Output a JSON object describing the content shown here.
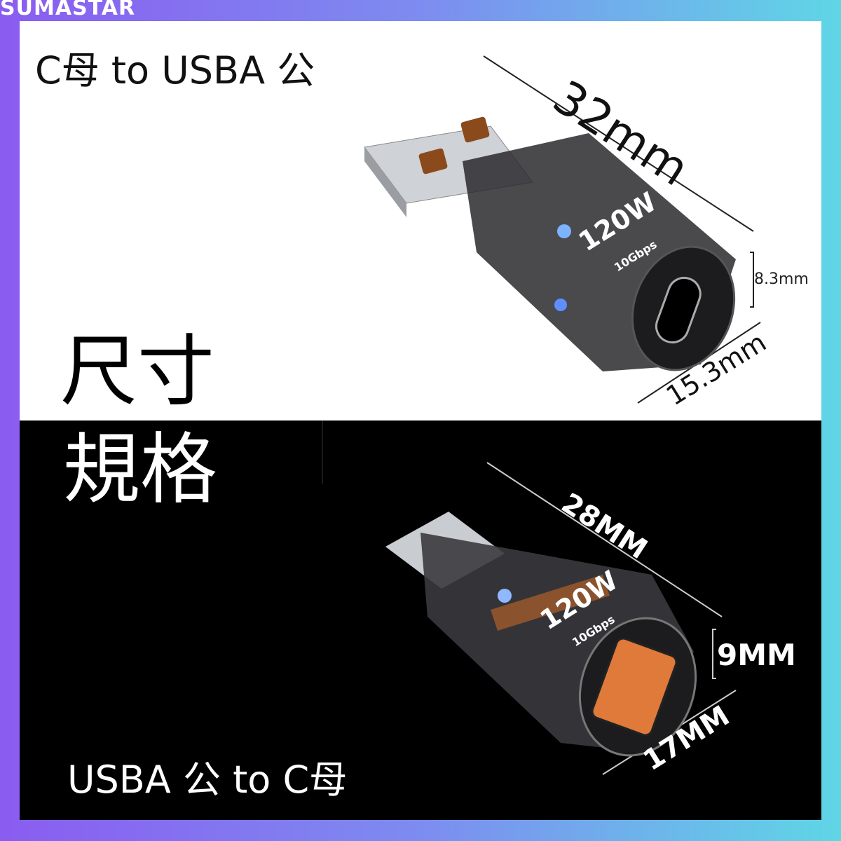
{
  "brand": "SUMASTAR",
  "top": {
    "title": "C母  to USBA 公",
    "dim_length": "32mm",
    "dim_height": "8.3mm",
    "dim_width": "15.3mm",
    "label_power": "120W",
    "label_speed": "10Gbps"
  },
  "middle": {
    "heading1": "尺寸",
    "heading2": "規格"
  },
  "bottom": {
    "title": "USBA 公 to C母",
    "dim_length": "28MM",
    "dim_height": "9MM",
    "dim_width": "17MM",
    "label_power": "120W",
    "label_speed": "10Gbps"
  }
}
